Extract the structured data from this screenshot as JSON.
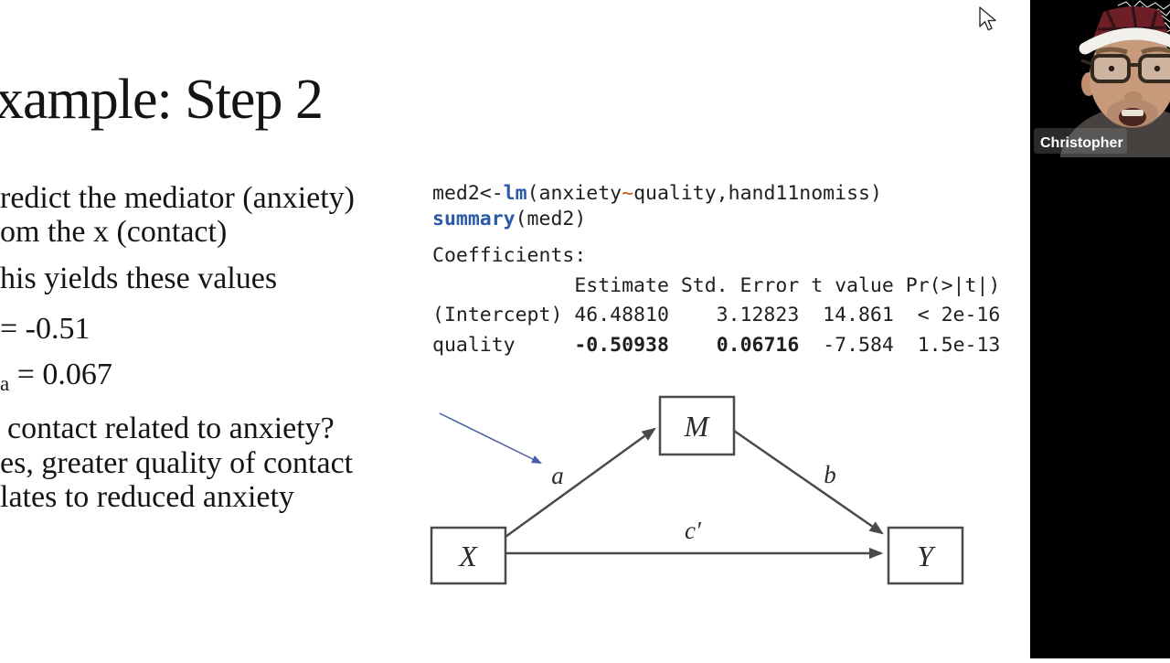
{
  "colors": {
    "code-keyword": "#2b5aa6",
    "code-operator": "#c55a11",
    "code-text": "#1f1f1f",
    "slide-text": "#141414",
    "diagram-line": "#4a4a4a",
    "annotation-arrow": "#4a5da8",
    "cam-bg": "#000000",
    "name-text": "#ffffff"
  },
  "slide": {
    "title": "xample: Step 2",
    "bullet1_line1": "redict the mediator (anxiety)",
    "bullet1_line2": "om the x (contact)",
    "bullet2_line1": "his yields these values",
    "value_a_line": "= -0.51",
    "se_sub": "a",
    "se_rest": " = 0.067",
    "bullet5_line1": "contact related to anxiety?",
    "bullet5_line2": "es, greater quality of contact",
    "bullet5_line3": "lates to reduced anxiety"
  },
  "code": {
    "line1": {
      "p1": "med2<-",
      "keyword": "lm",
      "p2": "(anxiety",
      "tilde": "~",
      "p3": "quality,hand11nomiss)"
    },
    "line2": {
      "keyword": "summary",
      "p1": "(med2)"
    }
  },
  "r_output": {
    "title": "Coefficients:",
    "header": "            Estimate Std. Error t value Pr(>|t|)",
    "row_intercept": "(Intercept) 46.48810    3.12823  14.861  < 2e-16",
    "row_quality": {
      "label": "quality     ",
      "estimate": "-0.50938",
      "gap": "    ",
      "std_error": "0.06716",
      "rest": "  -7.584  1.5e-13"
    }
  },
  "diagram": {
    "node_m": "M",
    "node_x": "X",
    "node_y": "Y",
    "path_a": "a",
    "path_b": "b",
    "path_c": "c′"
  },
  "webcam": {
    "name": "Christopher"
  }
}
